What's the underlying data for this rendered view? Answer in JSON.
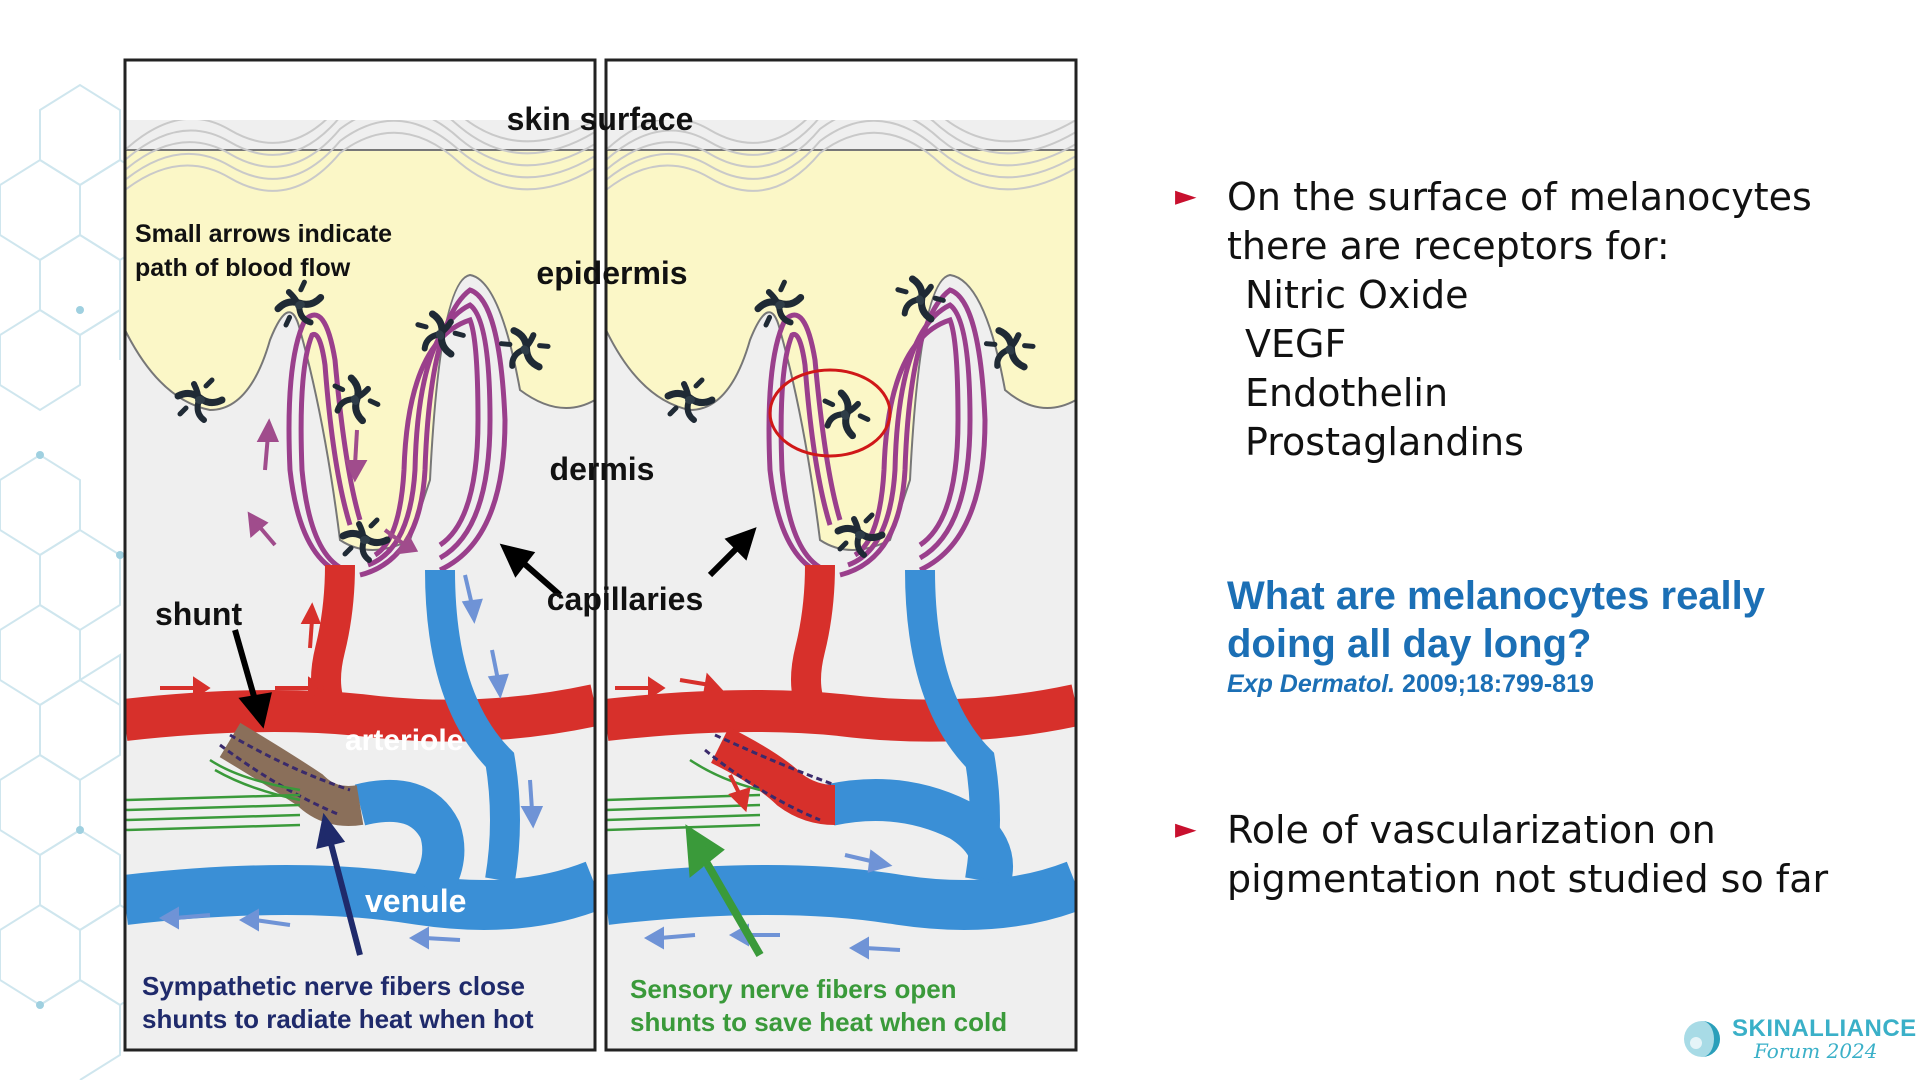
{
  "diagram": {
    "skin_surface": "skin surface",
    "epidermis": "epidermis",
    "dermis": "dermis",
    "capillaries": "capillaries",
    "shunt": "shunt",
    "arteriole": "arteriole",
    "venule": "venule",
    "arrows_note_1": "Small arrows indicate",
    "arrows_note_2": "path of blood flow",
    "caption_left_1": "Sympathetic nerve fibers close",
    "caption_left_2": "shunts to radiate heat when hot",
    "caption_right_1": "Sensory nerve fibers open",
    "caption_right_2": "shunts to save heat when cold"
  },
  "bullets": [
    {
      "text_1": "On the surface of melanocytes",
      "text_2": "there are receptors for:",
      "items": [
        "Nitric Oxide",
        "VEGF",
        "Endothelin",
        "Prostaglandins"
      ]
    },
    {
      "text_1": "Role of vascularization on",
      "text_2": "pigmentation not studied so far"
    }
  ],
  "bullet_marker": "►",
  "question": {
    "line_1": "What are melanocytes really",
    "line_2": "doing all day long?",
    "journal": "Exp Dermatol.",
    "citation": " 2009;18:799-819"
  },
  "logo": {
    "name": "SKINALLIANCE",
    "subtitle": "Forum 2024"
  },
  "colors": {
    "bullet": "#c8102e",
    "accent_blue": "#1b6fb5",
    "artery": "#d7302b",
    "vein": "#3a8fd6",
    "capillary": "#9a3f8c",
    "epidermis": "#fbf7c7",
    "dermis": "#eeeeee",
    "sensory_text": "#3a9a3a",
    "sympathetic_text": "#1f2a6b"
  }
}
